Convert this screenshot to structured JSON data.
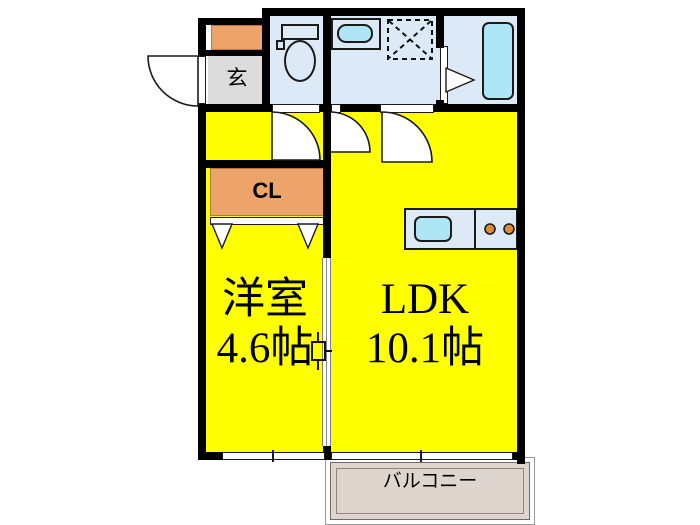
{
  "plan": {
    "type": "japanese-floor-plan",
    "layout_name": "1LDK",
    "rooms": [
      {
        "id": "ldk",
        "label_line1": "LDK",
        "label_line2": "10.1帖",
        "area_jo": 10.1,
        "fill": "#ffff00"
      },
      {
        "id": "bedroom",
        "label_line1": "洋室",
        "label_line2": "4.6帖",
        "area_jo": 4.6,
        "fill": "#ffff00"
      },
      {
        "id": "closet",
        "label_line1": "CL",
        "label_line2": "",
        "area_jo": null,
        "fill": "#eda46a"
      },
      {
        "id": "genkan",
        "label_line1": "玄",
        "label_line2": "",
        "area_jo": null,
        "fill": "#dcdcdc"
      },
      {
        "id": "balcony",
        "label_line1": "バルコニー",
        "label_line2": "",
        "area_jo": null,
        "fill": "#ded6ce"
      }
    ],
    "fixtures": [
      {
        "id": "toilet",
        "name": "toilet-fixture"
      },
      {
        "id": "washbasin",
        "name": "washbasin-fixture"
      },
      {
        "id": "washer-space",
        "name": "washing-machine-space"
      },
      {
        "id": "bathtub",
        "name": "bathtub-fixture"
      },
      {
        "id": "kitchen-sink",
        "name": "kitchen-sink-fixture"
      },
      {
        "id": "kitchen-stove",
        "name": "kitchen-stove-burners"
      },
      {
        "id": "shoe-cabinet",
        "name": "shoe-cabinet"
      }
    ],
    "colors": {
      "wall": "#000000",
      "floor_yellow": "#ffff00",
      "wet_area_blue": "#dceaf7",
      "water_cyan": "#aee6f5",
      "genkan_gray": "#dcdcdc",
      "cabinet_orange": "#eda46a",
      "balcony_beige": "#ded6ce"
    }
  }
}
